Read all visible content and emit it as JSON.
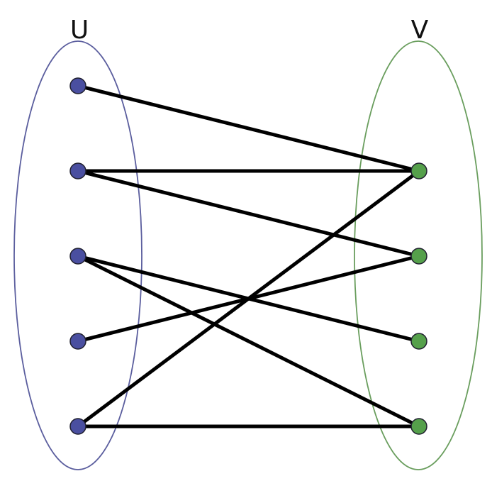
{
  "sets": [
    {
      "id": "U",
      "label": "U",
      "color": "#5b5e9e",
      "node_color": "#4a4fa0",
      "size": 5
    },
    {
      "id": "V",
      "label": "V",
      "color": "#6a9e5e",
      "node_color": "#55a04b",
      "size": 4
    }
  ],
  "edges": [
    [
      "U1",
      "V1"
    ],
    [
      "U2",
      "V1"
    ],
    [
      "U2",
      "V2"
    ],
    [
      "U3",
      "V3"
    ],
    [
      "U3",
      "V4"
    ],
    [
      "U4",
      "V2"
    ],
    [
      "U5",
      "V1"
    ],
    [
      "U5",
      "V4"
    ]
  ]
}
